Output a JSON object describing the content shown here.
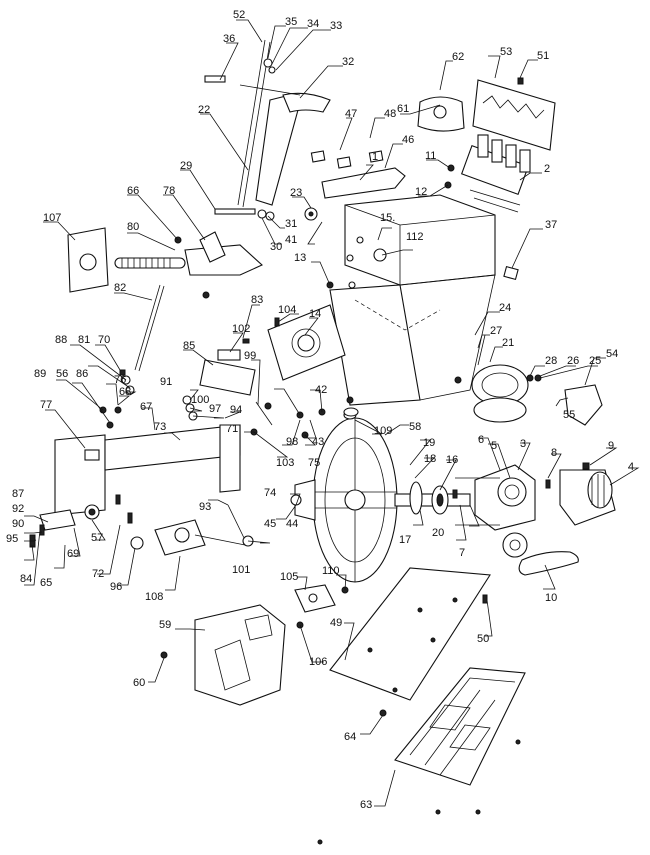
{
  "labels": {
    "p1": "1",
    "p2": "2",
    "p3": "3",
    "p4": "4",
    "p5": "5",
    "p6": "6",
    "p7": "7",
    "p8": "8",
    "p9": "9",
    "p10": "10",
    "p11": "11",
    "p12": "12",
    "p13": "13",
    "p14": "14",
    "p15": "15.",
    "p16": "16",
    "p17": "17",
    "p18": "18",
    "p19": "19",
    "p20": "20",
    "p21": "21",
    "p22": "22",
    "p23": "23",
    "p24": "24",
    "p25": "25",
    "p26": "26",
    "p27": "27",
    "p28": "28",
    "p29": "29",
    "p30": "30",
    "p31": "31",
    "p32": "32",
    "p33": "33",
    "p34": "34",
    "p35": "35",
    "p36": "36",
    "p37": "37",
    "p41": "41",
    "p42": "42",
    "p43": "43",
    "p44": "44",
    "p45": "45",
    "p46": "46",
    "p47": "47",
    "p48": "48",
    "p49": "49",
    "p50": "50",
    "p51": "51",
    "p52": "52",
    "p53": "53",
    "p54": "54",
    "p55": "55",
    "p56": "56",
    "p57": "57",
    "p58": "58",
    "p59": "59",
    "p60": "60",
    "p61": "61",
    "p62": "62",
    "p63": "63",
    "p64": "64",
    "p65": "65",
    "p66": "66",
    "p67": "67",
    "p68": "68",
    "p69": "69",
    "p70": "70",
    "p71": "71",
    "p72": "72",
    "p73": "73",
    "p74": "74",
    "p75": "75",
    "p76": "76",
    "p77": "77",
    "p78": "78",
    "p80": "80",
    "p81": "81",
    "p82": "82",
    "p83": "83",
    "p84": "84",
    "p85": "85",
    "p86": "86",
    "p87": "87",
    "p88": "88",
    "p89": "89",
    "p90": "90",
    "p91": "91",
    "p92": "92",
    "p93": "93",
    "p94": "94",
    "p95": "95",
    "p96": "96",
    "p97": "97",
    "p98": "98",
    "p99": "99",
    "p100": "100",
    "p101": "101",
    "p102": "102",
    "p103": "103",
    "p104": "104",
    "p105": "105",
    "p106": "106",
    "p107": "107",
    "p108": "108",
    "p109": "109",
    "p110": "110",
    "p112": "112"
  }
}
